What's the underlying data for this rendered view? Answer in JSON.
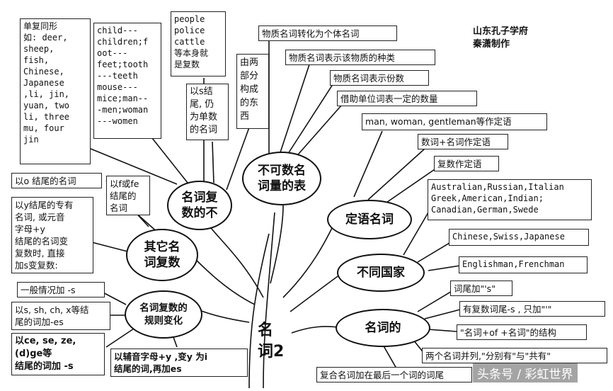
{
  "root": "名\n词2",
  "credit": "山东孔子学府\n秦潇制作",
  "watermark": "头条号 / 彩虹世界",
  "nodes": {
    "plural_irregular": "名词复\n数的不",
    "uncountable": "不可数名\n词量的表",
    "other_plural": "其它名\n词复数",
    "plural_rules": "名词复数的\n规则变化",
    "attributive": "定语名词",
    "countries": "不同国家",
    "possessive": "名词的"
  },
  "boxes": {
    "same_form": "单复同形\n如: deer,\nsheep,\nfish,\nChinese,\nJapanese\n,li, jin,\nyuan, two\nli, three\nmu, four\njin",
    "child": "child---\nchildren;f\noot---\nfeet;tooth\n---teeth\nmouse---\nmice;man--\n-men;woman\n---women",
    "people": "people\npolice\ncattle\n等本身就\n是复数",
    "s_ending": "以s结\n尾, 仍\n为单数\n的名词",
    "two_parts": "由两\n部分\n构成\n的东\n西",
    "material_individual": "物质名词转化为个体名词",
    "material_kind": "物质名词表示该物质的种类",
    "material_portion": "物质名词表示份数",
    "unit_words": "借助单位词表一定的数量",
    "man_woman": "man, woman, gentleman等作定语",
    "num_noun": "数词+名词作定语",
    "plural_attr": "复数作定语",
    "nations": "Australian,Russian,Italian\nGreek,American,Indian;\nCanadian,German,Swede",
    "chinese_swiss": "Chinese,Swiss,Japanese",
    "englishman": "Englishman,Frenchman",
    "apostrophe_s": "词尾加\"'s\"",
    "plural_s": "有复数词尾-s , 只加\"'\"",
    "of_structure": "\"名词+of +名词\"的结构",
    "two_parallel": "两个名词并列,\"分别有\"与\"共有\"",
    "compound": "复合名词加在最后一个词的词尾",
    "o_ending": "以o 结尾的名词",
    "f_fe_ending": "以f或fe\n结尾的\n名词",
    "y_proper": "以y结尾的专有\n名词, 或元音\n字母+y\n结尾的名词变\n复数时, 直接\n加s变复数:",
    "general": "一般情况加 -s",
    "s_sh_ch_x": "以s, sh, ch, x等结\n尾的词加-es",
    "ce_se_ze": "以ce, se, ze,\n(d)ge等\n结尾的词加 -s",
    "consonant_y": "以辅音字母+y ,变y 为i\n结尾的词,再加es"
  }
}
